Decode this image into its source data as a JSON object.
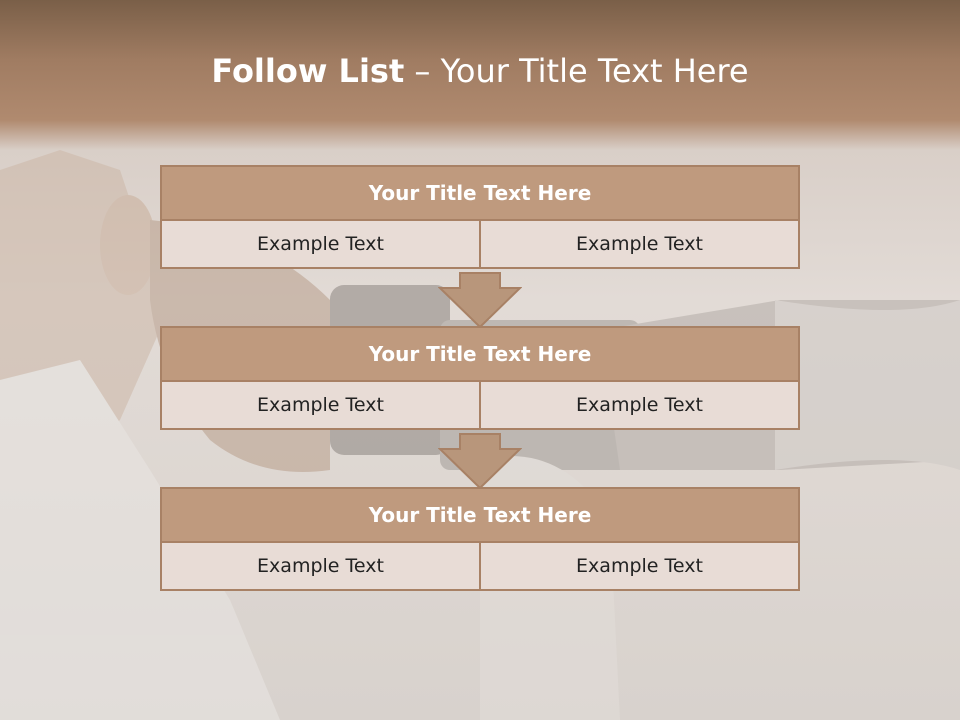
{
  "slide": {
    "title_bold": "Follow List",
    "title_rest": "– Your Title Text Here"
  },
  "steps": [
    {
      "title": "Your Title Text Here",
      "left": "Example Text",
      "right": "Example Text"
    },
    {
      "title": "Your Title Text Here",
      "left": "Example Text",
      "right": "Example Text"
    },
    {
      "title": "Your Title Text Here",
      "left": "Example Text",
      "right": "Example Text"
    }
  ],
  "colors": {
    "header_fill": "#bf9a7e",
    "border": "#a88165",
    "cell_fill": "#e8dcd6",
    "arrow": "#b8967b"
  }
}
